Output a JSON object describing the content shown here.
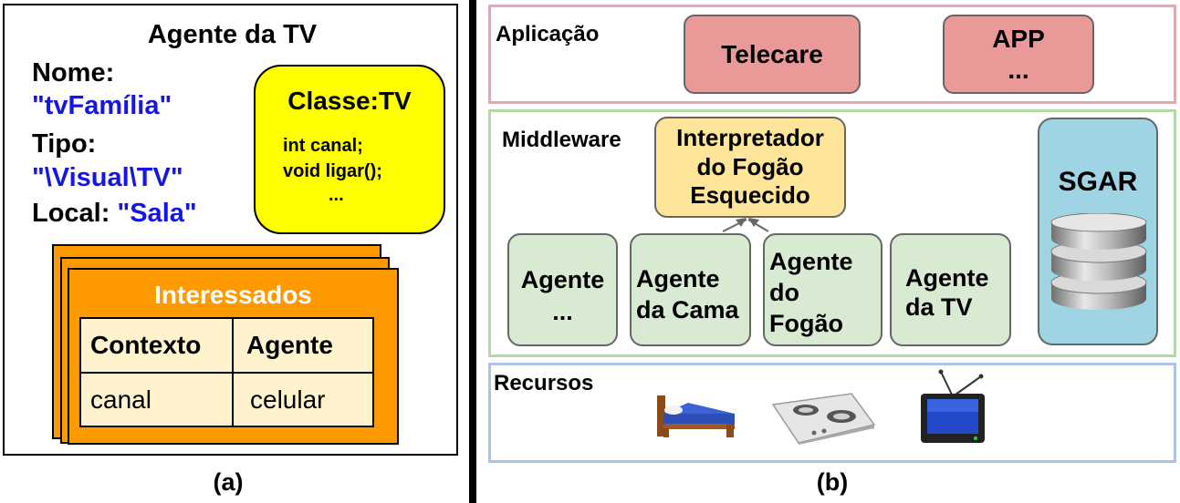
{
  "panel_a": {
    "title": "Agente da TV",
    "nome_label": "Nome:",
    "nome_value": "\"tvFamília\"",
    "tipo_label": "Tipo:",
    "tipo_value": "\"\\Visual\\TV\"",
    "local_label": "Local:",
    "local_value": "\"Sala\"",
    "classe": {
      "title": "Classe:TV",
      "lines": [
        "int canal;",
        "void ligar();",
        "..."
      ]
    },
    "interessados": {
      "title": "Interessados",
      "headers": [
        "Contexto",
        "Agente"
      ],
      "rows": [
        [
          "canal",
          "celular"
        ]
      ]
    },
    "caption": "(a)"
  },
  "panel_b": {
    "aplicacao": {
      "label": "Aplicação",
      "boxes": [
        {
          "lines": [
            "Telecare"
          ]
        },
        {
          "lines": [
            "APP",
            "..."
          ]
        }
      ]
    },
    "middleware": {
      "label": "Middleware",
      "interpretador": [
        "Interpretador",
        "do Fogão",
        "Esquecido"
      ],
      "agents": [
        {
          "lines": [
            "Agente",
            "..."
          ]
        },
        {
          "lines": [
            "Agente",
            "da Cama"
          ]
        },
        {
          "lines": [
            "Agente",
            "do",
            "Fogão"
          ]
        },
        {
          "lines": [
            "Agente",
            "da TV"
          ]
        }
      ],
      "sgar": "SGAR"
    },
    "recursos": {
      "label": "Recursos",
      "icons": [
        "bed-icon",
        "stove-icon",
        "tv-icon"
      ]
    },
    "caption": "(b)"
  },
  "colors": {
    "blue_text": "#1515e6",
    "classe_fill": "#ffff00",
    "interessados_fill": "#ff9900",
    "table_fill": "#fff2cc",
    "app_fill": "#ea9999",
    "agent_fill": "#d9ead3",
    "interp_fill": "#ffe599",
    "sgar_fill": "#9fd4e5"
  }
}
